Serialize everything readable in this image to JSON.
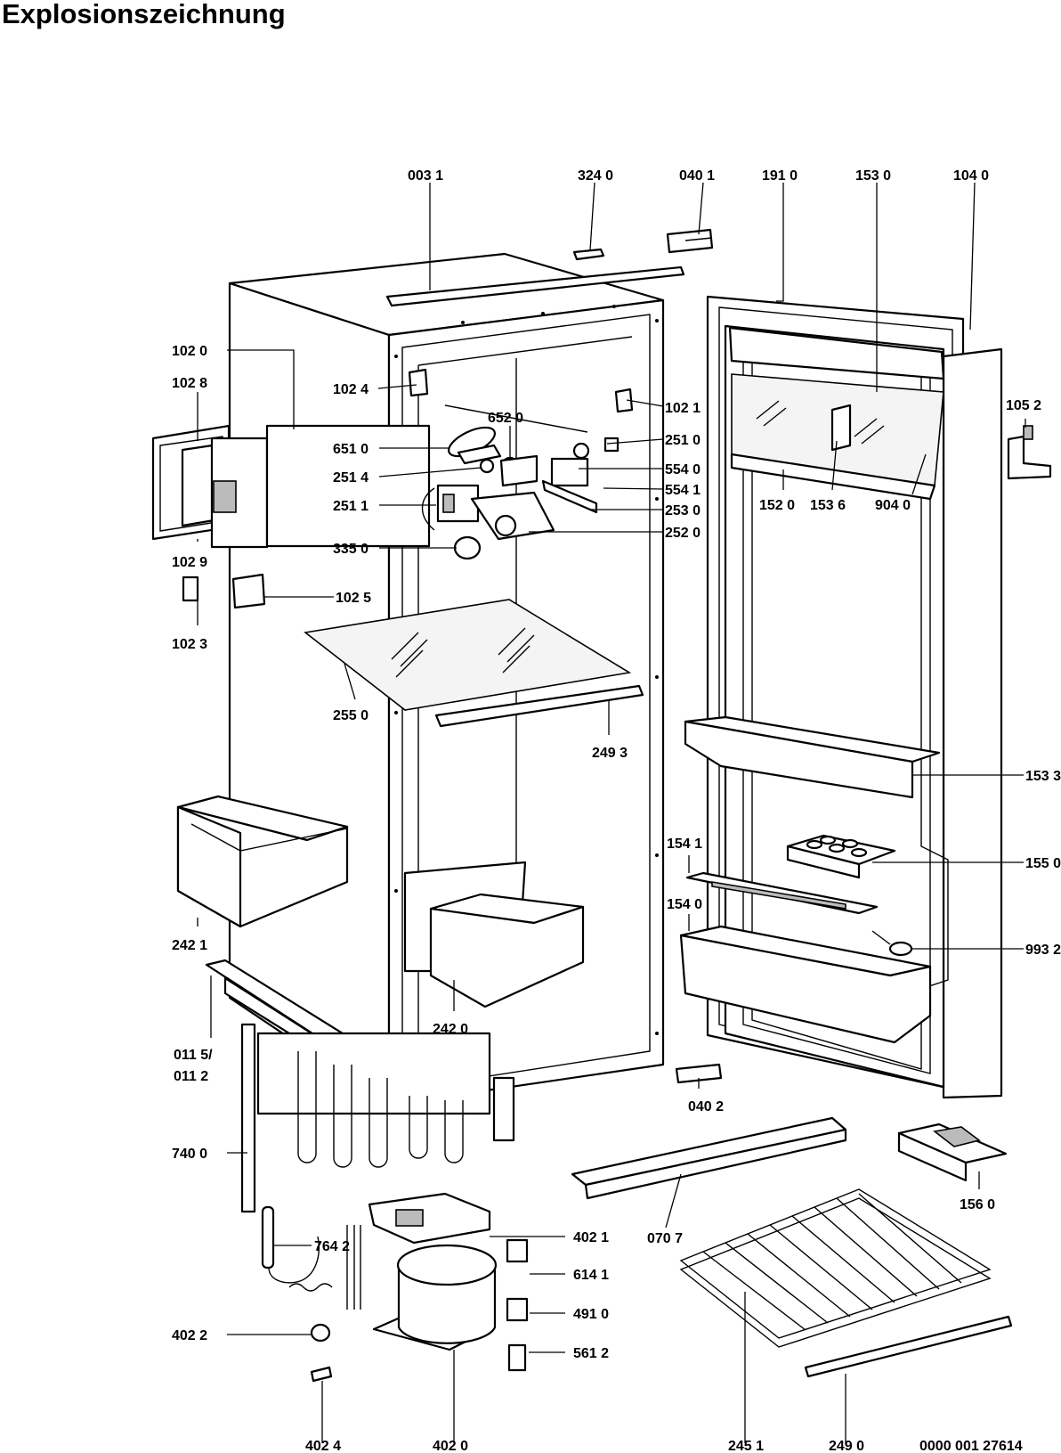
{
  "title": "Explosionszeichnung",
  "drawing_number": "0000 001 27614",
  "labels": [
    {
      "id": "0031",
      "text": "003 1"
    },
    {
      "id": "3240",
      "text": "324 0"
    },
    {
      "id": "0401",
      "text": "040 1"
    },
    {
      "id": "1910",
      "text": "191 0"
    },
    {
      "id": "1530",
      "text": "153 0"
    },
    {
      "id": "1040",
      "text": "104 0"
    },
    {
      "id": "1020",
      "text": "102 0"
    },
    {
      "id": "1028",
      "text": "102 8"
    },
    {
      "id": "1024",
      "text": "102 4"
    },
    {
      "id": "1021",
      "text": "102 1"
    },
    {
      "id": "1052",
      "text": "105 2"
    },
    {
      "id": "6520",
      "text": "652 0"
    },
    {
      "id": "6510",
      "text": "651 0"
    },
    {
      "id": "2510",
      "text": "251 0"
    },
    {
      "id": "2514",
      "text": "251 4"
    },
    {
      "id": "5540",
      "text": "554 0"
    },
    {
      "id": "5541",
      "text": "554 1"
    },
    {
      "id": "2511",
      "text": "251 1"
    },
    {
      "id": "2530",
      "text": "253 0"
    },
    {
      "id": "1520",
      "text": "152 0"
    },
    {
      "id": "1536",
      "text": "153 6"
    },
    {
      "id": "9040",
      "text": "904 0"
    },
    {
      "id": "2520",
      "text": "252 0"
    },
    {
      "id": "3350",
      "text": "335 0"
    },
    {
      "id": "1029",
      "text": "102 9"
    },
    {
      "id": "1025",
      "text": "102 5"
    },
    {
      "id": "1023",
      "text": "102 3"
    },
    {
      "id": "2550",
      "text": "255 0"
    },
    {
      "id": "2493",
      "text": "249 3"
    },
    {
      "id": "1533",
      "text": "153 3"
    },
    {
      "id": "1541",
      "text": "154 1"
    },
    {
      "id": "1550",
      "text": "155 0"
    },
    {
      "id": "1540",
      "text": "154 0"
    },
    {
      "id": "2421",
      "text": "242 1"
    },
    {
      "id": "9932",
      "text": "993 2"
    },
    {
      "id": "2420",
      "text": "242 0"
    },
    {
      "id": "0115",
      "text": "011 5/"
    },
    {
      "id": "0112",
      "text": "011 2"
    },
    {
      "id": "0402",
      "text": "040 2"
    },
    {
      "id": "7400",
      "text": "740 0"
    },
    {
      "id": "1560",
      "text": "156 0"
    },
    {
      "id": "7642",
      "text": "764 2"
    },
    {
      "id": "4021",
      "text": "402 1"
    },
    {
      "id": "0707",
      "text": "070 7"
    },
    {
      "id": "6141",
      "text": "614 1"
    },
    {
      "id": "4910",
      "text": "491 0"
    },
    {
      "id": "4022",
      "text": "402 2"
    },
    {
      "id": "5612",
      "text": "561 2"
    },
    {
      "id": "4024",
      "text": "402 4"
    },
    {
      "id": "4020",
      "text": "402 0"
    },
    {
      "id": "2451",
      "text": "245 1"
    },
    {
      "id": "2490",
      "text": "249 0"
    }
  ]
}
